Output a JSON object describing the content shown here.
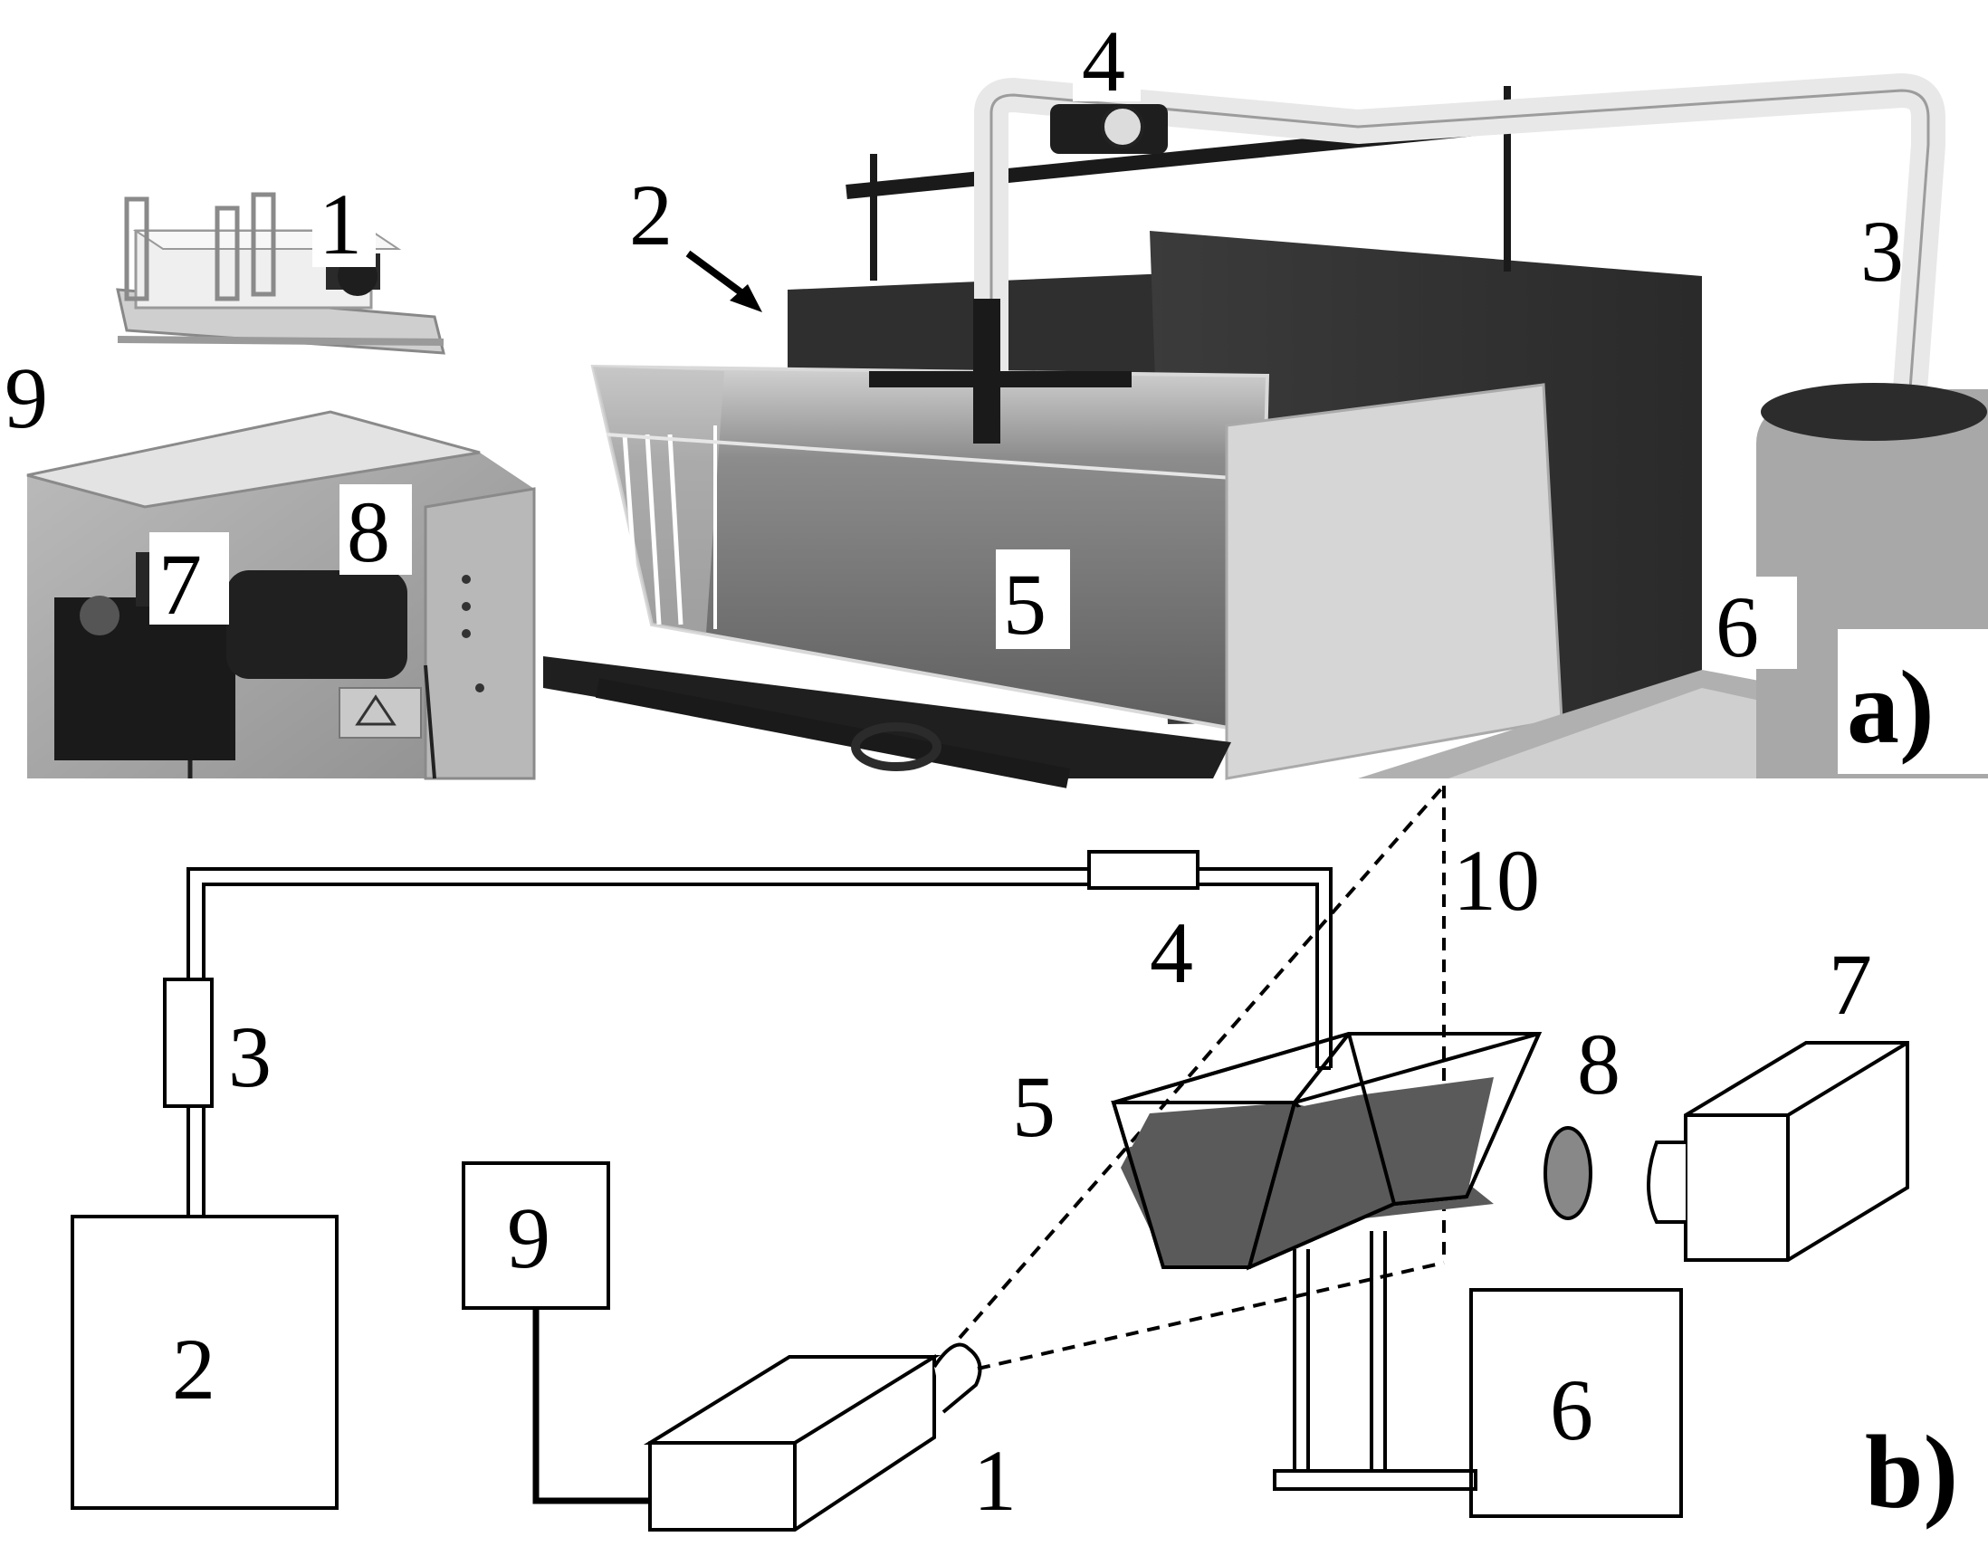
{
  "photo_labels": {
    "n1": "1",
    "n2": "2",
    "n3": "3",
    "n4": "4",
    "n5": "5",
    "n6": "6",
    "n7": "7",
    "n8": "8",
    "n9": "9"
  },
  "schematic_labels": {
    "n1": "1",
    "n2": "2",
    "n3": "3",
    "n4": "4",
    "n5": "5",
    "n6": "6",
    "n7": "7",
    "n8": "8",
    "n9": "9",
    "n10": "10"
  },
  "panel_tags": {
    "a": "a)",
    "b": "b)"
  },
  "colors": {
    "fluid": "#5a5a5a",
    "lens": "#888888",
    "photo_bg_dark": "#3a3a3a",
    "photo_bg_mid": "#9a9a9a",
    "photo_bg_light": "#d8d8d8"
  }
}
